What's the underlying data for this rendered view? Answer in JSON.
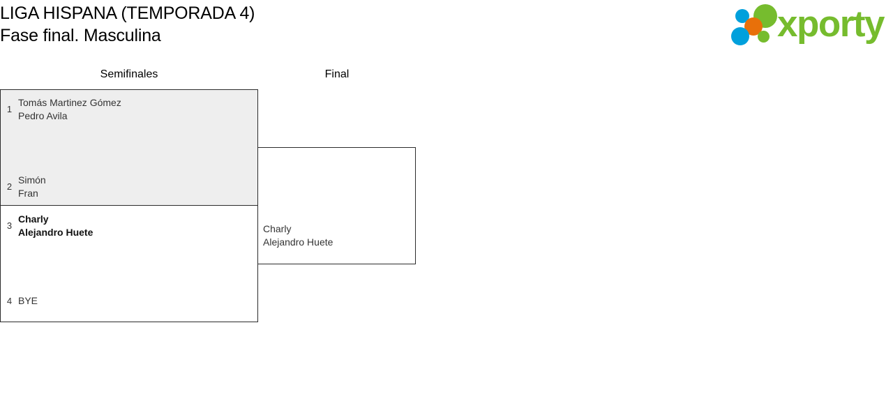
{
  "header": {
    "title_line1": "LIGA HISPANA (TEMPORADA 4)",
    "title_line2": "Fase final. Masculina"
  },
  "logo": {
    "wordmark": "xporty",
    "green": "#76BC2E",
    "orange": "#E8700A",
    "blue": "#00A0DC",
    "dots": [
      {
        "name": "blue-top",
        "color": "#00A0DC"
      },
      {
        "name": "orange",
        "color": "#E8700A"
      },
      {
        "name": "green-big",
        "color": "#76BC2E"
      },
      {
        "name": "blue-big",
        "color": "#00A0DC"
      },
      {
        "name": "green-small",
        "color": "#76BC2E"
      }
    ]
  },
  "bracket": {
    "rounds": [
      {
        "label": "Semifinales"
      },
      {
        "label": "Final"
      }
    ],
    "matches": {
      "semifinal_1": {
        "highlighted": true,
        "top": {
          "seed": "1",
          "names": [
            "Tomás Martinez Gómez",
            "Pedro Avila"
          ],
          "winner": false
        },
        "bottom": {
          "seed": "2",
          "names": [
            "Simón",
            "Fran"
          ],
          "winner": false
        }
      },
      "semifinal_2": {
        "highlighted": false,
        "top": {
          "seed": "3",
          "names": [
            "Charly",
            "Alejandro Huete"
          ],
          "winner": true
        },
        "bottom": {
          "seed": "4",
          "names": [
            "BYE"
          ],
          "winner": false
        }
      },
      "final": {
        "highlighted": false,
        "entrant": {
          "names": [
            "Charly",
            "Alejandro Huete"
          ],
          "winner": false
        }
      }
    }
  }
}
